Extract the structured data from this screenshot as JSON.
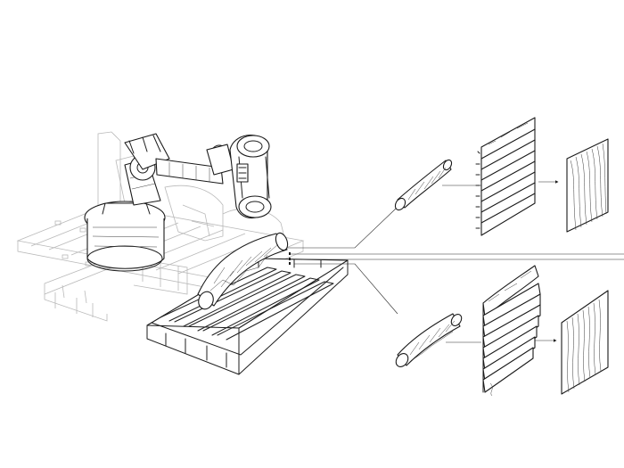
{
  "diagram": {
    "background_color": "#ffffff",
    "line_color": "#1e1e1e",
    "ghost_line_color": "#b9b9b9",
    "components": [
      "robot-arm",
      "rail-track",
      "pallet-platform",
      "log-on-platform",
      "upper-log",
      "upper-sliced-stack",
      "upper-flattened-panel",
      "lower-log",
      "lower-sliced-stack",
      "lower-flattened-panel"
    ],
    "arrow_icons": [
      "arrow-right-icon",
      "arrow-right-icon"
    ]
  }
}
